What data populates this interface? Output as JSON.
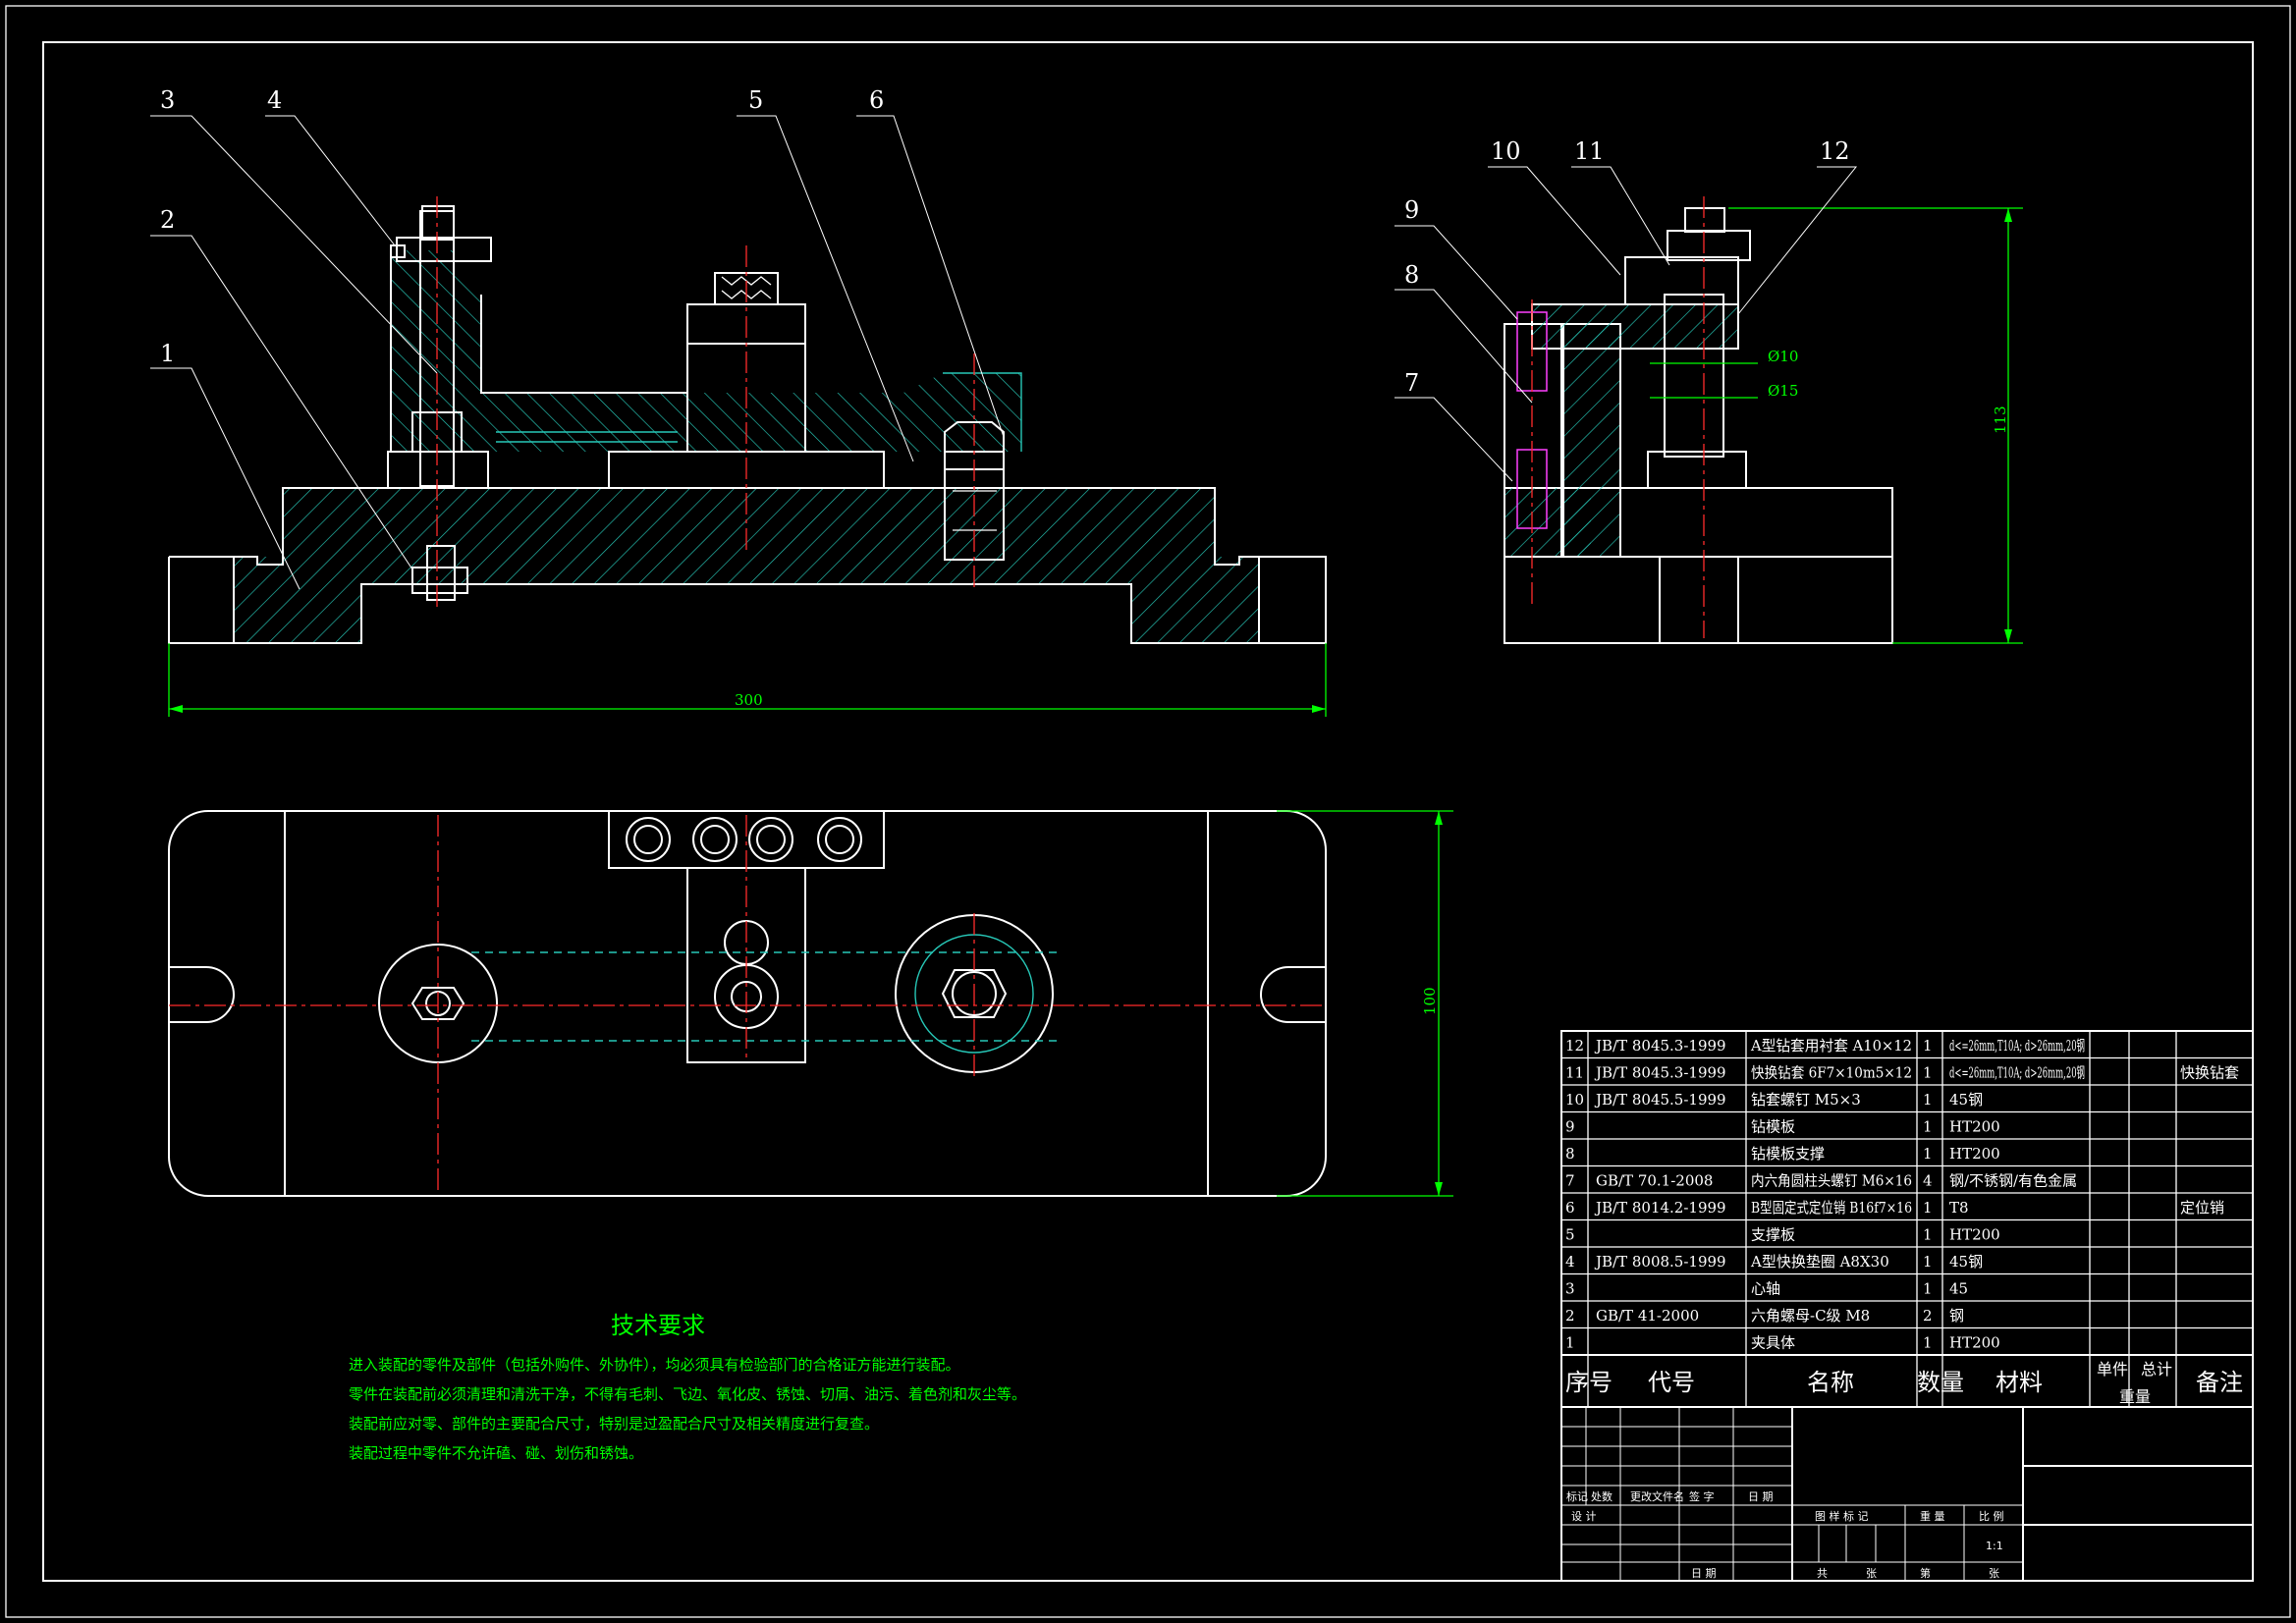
{
  "balloons": [
    "1",
    "2",
    "3",
    "4",
    "5",
    "6",
    "7",
    "8",
    "9",
    "10",
    "11",
    "12"
  ],
  "dimensions": {
    "width": "300",
    "depth": "100",
    "height": "113",
    "d1": "Ø10",
    "d2": "Ø15"
  },
  "tech_requirements": {
    "title": "技术要求",
    "lines": [
      "进入装配的零件及部件（包括外购件、外协件），均必须具有检验部门的合格证方能进行装配。",
      "零件在装配前必须清理和清洗干净，不得有毛刺、飞边、氧化皮、锈蚀、切屑、油污、着色剂和灰尘等。",
      "装配前应对零、部件的主要配合尺寸，特别是过盈配合尺寸及相关精度进行复查。",
      "装配过程中零件不允许磕、碰、划伤和锈蚀。"
    ]
  },
  "bom": {
    "headers": {
      "no": "序号",
      "code": "代号",
      "name": "名称",
      "qty": "数量",
      "material": "材料",
      "unit": "单件",
      "total": "总计",
      "weight": "重量",
      "remark": "备注"
    },
    "rows": [
      {
        "no": "12",
        "code": "JB/T 8045.3-1999",
        "name": "A型钻套用衬套 A10×12",
        "qty": "1",
        "material": "d<=26mm,T10A; d>26mm,20钢",
        "remark": ""
      },
      {
        "no": "11",
        "code": "JB/T 8045.3-1999",
        "name": "快换钻套 6F7×10m5×12",
        "qty": "1",
        "material": "d<=26mm,T10A; d>26mm,20钢",
        "remark": "快换钻套"
      },
      {
        "no": "10",
        "code": "JB/T 8045.5-1999",
        "name": "钻套螺钉 M5×3",
        "qty": "1",
        "material": "45钢",
        "remark": ""
      },
      {
        "no": "9",
        "code": "",
        "name": "钻模板",
        "qty": "1",
        "material": "HT200",
        "remark": ""
      },
      {
        "no": "8",
        "code": "",
        "name": "钻模板支撑",
        "qty": "1",
        "material": "HT200",
        "remark": ""
      },
      {
        "no": "7",
        "code": "GB/T 70.1-2008",
        "name": "内六角圆柱头螺钉 M6×16",
        "qty": "4",
        "material": "钢/不锈钢/有色金属",
        "remark": ""
      },
      {
        "no": "6",
        "code": "JB/T 8014.2-1999",
        "name": "B型固定式定位销 B16f7×16",
        "qty": "1",
        "material": "T8",
        "remark": "定位销"
      },
      {
        "no": "5",
        "code": "",
        "name": "支撑板",
        "qty": "1",
        "material": "HT200",
        "remark": ""
      },
      {
        "no": "4",
        "code": "JB/T 8008.5-1999",
        "name": "A型快换垫圈 A8X30",
        "qty": "1",
        "material": "45钢",
        "remark": ""
      },
      {
        "no": "3",
        "code": "",
        "name": "心轴",
        "qty": "1",
        "material": "45",
        "remark": ""
      },
      {
        "no": "2",
        "code": "GB/T 41-2000",
        "name": "六角螺母-C级 M8",
        "qty": "2",
        "material": "钢",
        "remark": ""
      },
      {
        "no": "1",
        "code": "",
        "name": "夹具体",
        "qty": "1",
        "material": "HT200",
        "remark": ""
      }
    ]
  },
  "title_block": {
    "rev_labels": [
      "标记",
      "处数",
      "更改文件名",
      "签 字",
      "日 期"
    ],
    "design": "设 计",
    "date": "日 期",
    "stage": "图 样 标 记",
    "weight": "重 量",
    "scale_label": "比 例",
    "scale": "1:1",
    "sheets": "共",
    "sheet_label": "张",
    "page": "第",
    "page_label": "张"
  }
}
